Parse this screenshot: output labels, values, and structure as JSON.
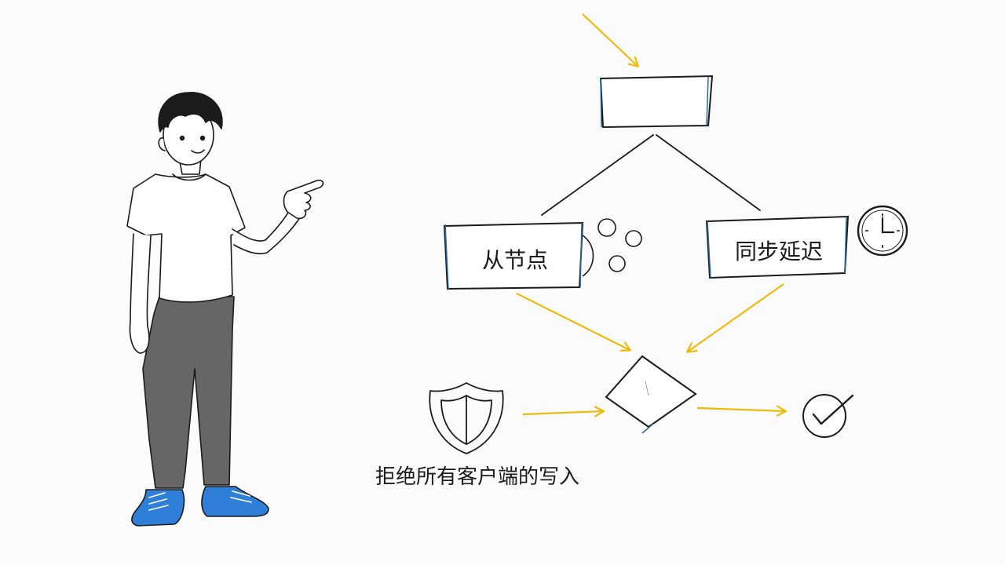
{
  "diagram": {
    "node_slave": {
      "label": "从节点"
    },
    "node_sync_delay": {
      "label": "同步延迟"
    },
    "node_reject_writes": {
      "label": "拒绝所有客户端的写入"
    }
  },
  "colors": {
    "ink": "#1b1b1b",
    "arrow": "#f0b90b",
    "pants": "#6a6a6a",
    "shoes": "#2f7fd8",
    "box_edge_accent": "#2a6a90",
    "background": "#fbfbfb"
  },
  "icons": [
    "person-pointing-illustration",
    "cluster-circles-icon",
    "clock-icon",
    "shield-icon",
    "check-circle-icon"
  ]
}
